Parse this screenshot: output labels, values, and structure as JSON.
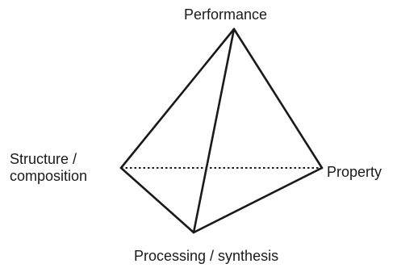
{
  "diagram": {
    "vertices": {
      "top": {
        "label": "Performance"
      },
      "left": {
        "label_lines": [
          "Structure /",
          "composition"
        ]
      },
      "right": {
        "label": "Property"
      },
      "bottom": {
        "label": "Processing / synthesis"
      }
    }
  }
}
